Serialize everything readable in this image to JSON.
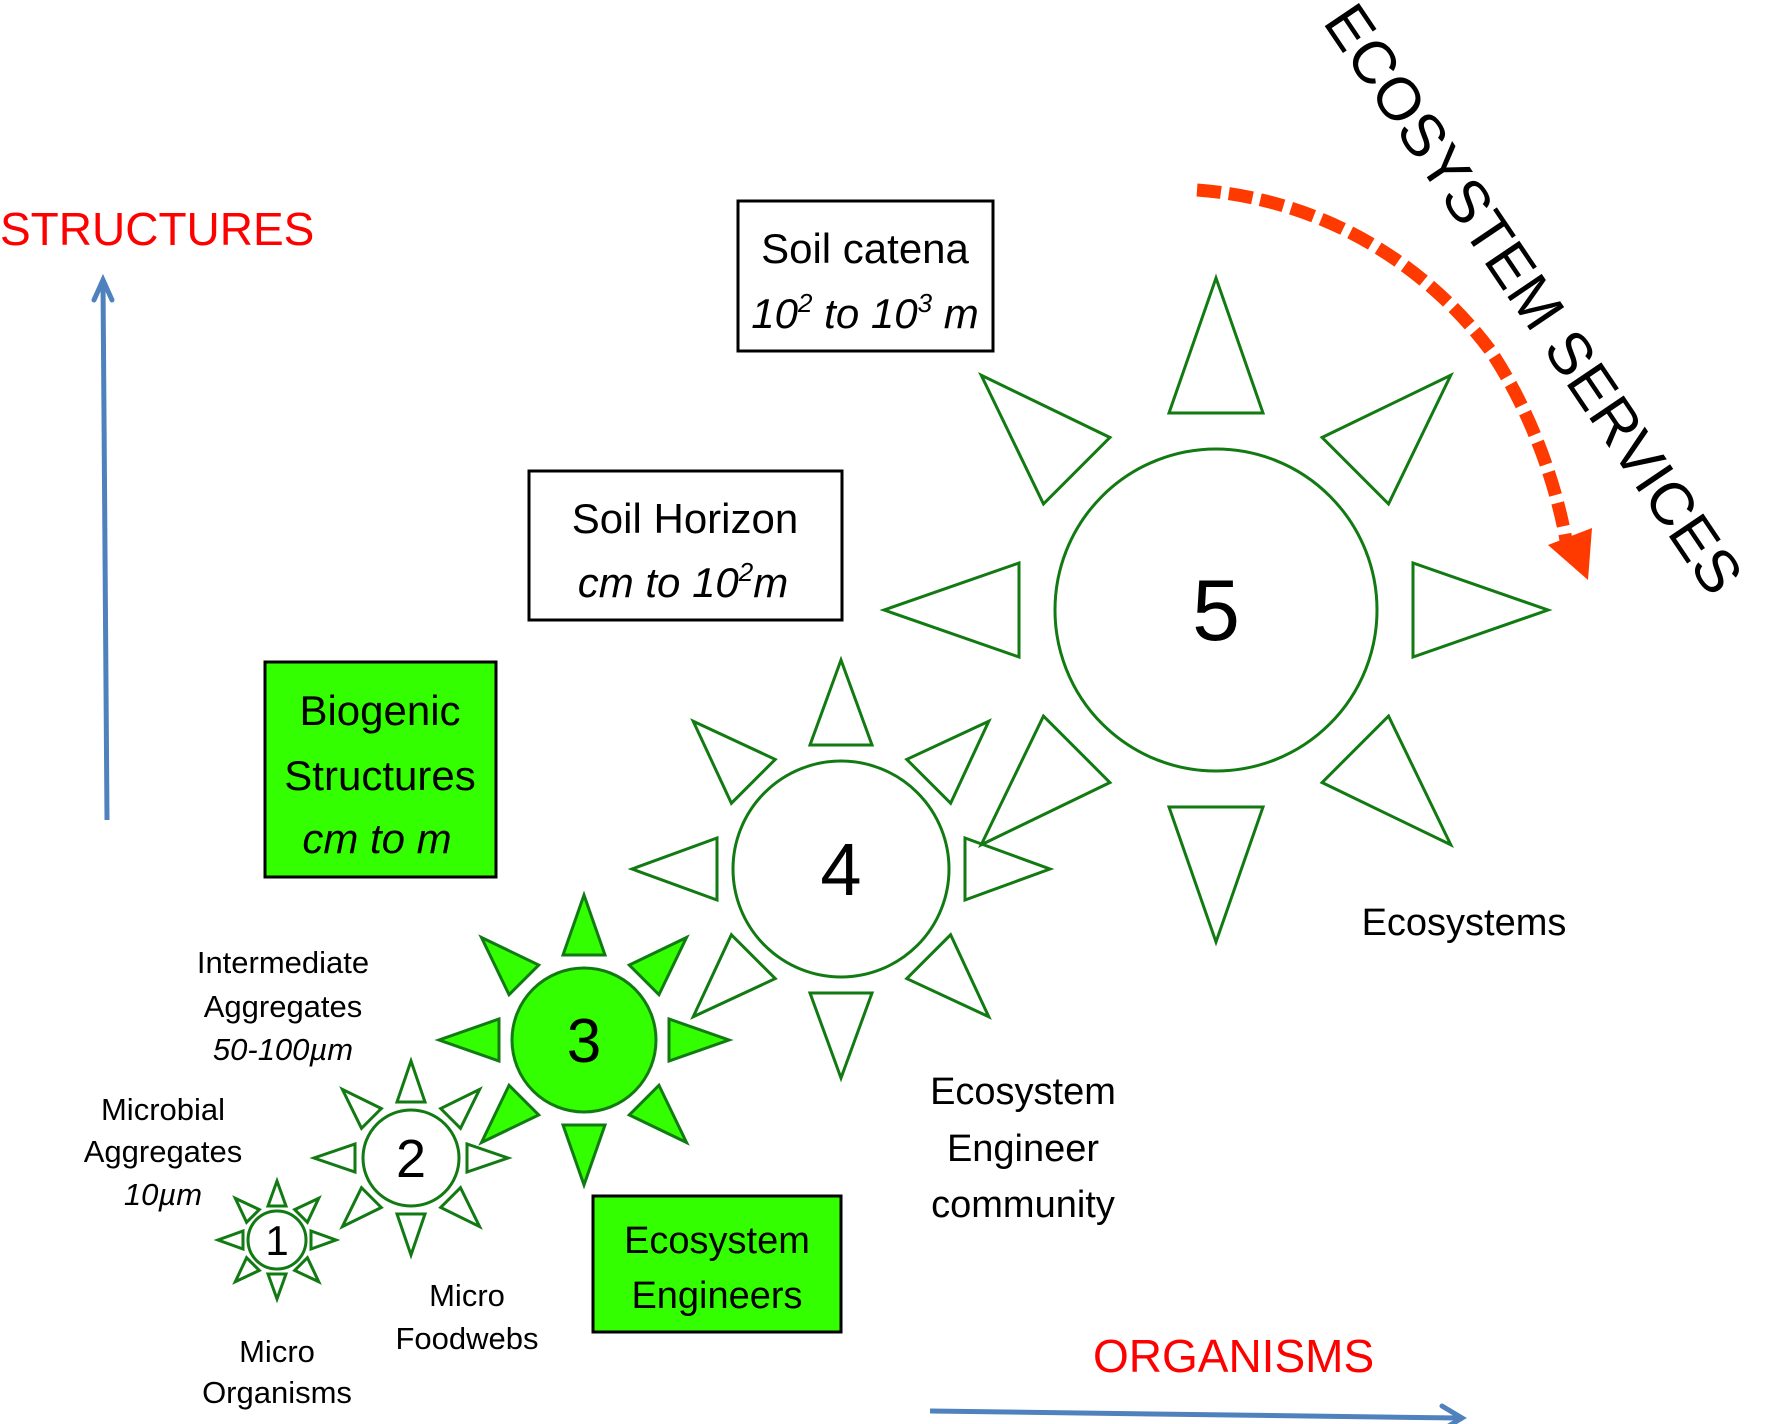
{
  "axes": {
    "vertical_label": "STRUCTURES",
    "horizontal_label": "ORGANISMS",
    "arrow_color": "#4f81bd",
    "label_color": "#ff0000"
  },
  "ecosystem_services": {
    "label": "ECOSYSTEM SERVICES",
    "arrow_color": "#ff3a00"
  },
  "boxes": {
    "soil_catena": {
      "title": "Soil catena",
      "range_a": "10",
      "sup_a": "2",
      "range_mid": " to 10",
      "sup_b": "3",
      "range_unit": " m"
    },
    "soil_horizon": {
      "title": "Soil Horizon",
      "range_a": "cm to 10",
      "sup_a": "2",
      "range_unit": "m"
    },
    "biogenic": {
      "line1": "Biogenic",
      "line2": "Structures",
      "line3": "cm to m"
    },
    "ecosystem_engineers": {
      "line1": "Ecosystem",
      "line2": "Engineers"
    }
  },
  "colors": {
    "sun_stroke": "#127a12",
    "highlight_fill": "#33ff00"
  },
  "levels": [
    {
      "number": "1",
      "filled": false,
      "label_lines": [
        "Micro",
        "Organisms"
      ],
      "scale_lines": [],
      "scale_italic": ""
    },
    {
      "number": "2",
      "filled": false,
      "label_lines": [
        "Micro",
        "Foodwebs"
      ],
      "scale_lines": [
        "Microbial",
        "Aggregates"
      ],
      "scale_italic": "10µm"
    },
    {
      "number": "3",
      "filled": true,
      "label_lines": [],
      "scale_lines": [
        "Intermediate",
        "Aggregates"
      ],
      "scale_italic": "50-100µm"
    },
    {
      "number": "4",
      "filled": false,
      "label_lines": [
        "Ecosystem",
        "Engineer",
        "community"
      ]
    },
    {
      "number": "5",
      "filled": false,
      "label_lines": [
        "Ecosystems"
      ]
    }
  ]
}
